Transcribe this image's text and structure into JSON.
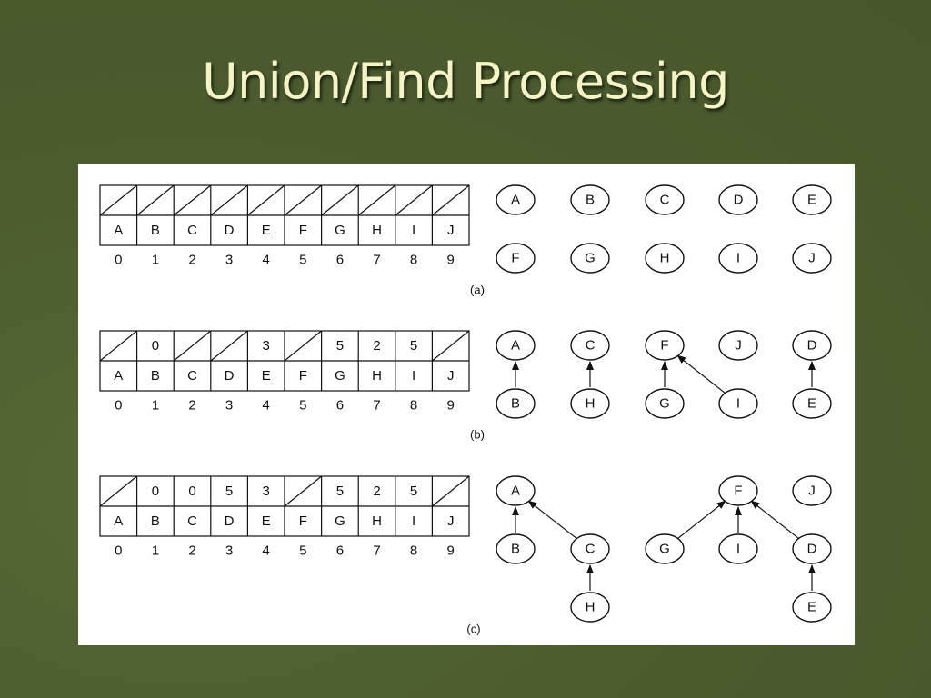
{
  "slide": {
    "title": "Union/Find Processing"
  },
  "letters": [
    "A",
    "B",
    "C",
    "D",
    "E",
    "F",
    "G",
    "H",
    "I",
    "J"
  ],
  "indices": [
    "0",
    "1",
    "2",
    "3",
    "4",
    "5",
    "6",
    "7",
    "8",
    "9"
  ],
  "panels": [
    {
      "caption": "(a)",
      "parents": [
        "",
        "",
        "",
        "",
        "",
        "",
        "",
        "",
        "",
        ""
      ],
      "nodes": [
        "A",
        "B",
        "C",
        "D",
        "E",
        "F",
        "G",
        "H",
        "I",
        "J"
      ],
      "edges": []
    },
    {
      "caption": "(b)",
      "parents": [
        "",
        "0",
        "",
        "",
        "3",
        "",
        "5",
        "2",
        "5",
        ""
      ],
      "nodes": [
        "A",
        "C",
        "F",
        "J",
        "D",
        "B",
        "H",
        "G",
        "I",
        "E"
      ],
      "edges": [
        [
          "B",
          "A"
        ],
        [
          "H",
          "C"
        ],
        [
          "G",
          "F"
        ],
        [
          "I",
          "F"
        ],
        [
          "E",
          "D"
        ]
      ]
    },
    {
      "caption": "(c)",
      "parents": [
        "",
        "0",
        "0",
        "5",
        "3",
        "",
        "5",
        "2",
        "5",
        ""
      ],
      "nodes": [
        "A",
        "F",
        "J",
        "B",
        "C",
        "G",
        "I",
        "D",
        "H",
        "E"
      ],
      "edges": [
        [
          "B",
          "A"
        ],
        [
          "C",
          "A"
        ],
        [
          "H",
          "C"
        ],
        [
          "G",
          "F"
        ],
        [
          "I",
          "F"
        ],
        [
          "D",
          "F"
        ],
        [
          "E",
          "D"
        ]
      ]
    }
  ]
}
